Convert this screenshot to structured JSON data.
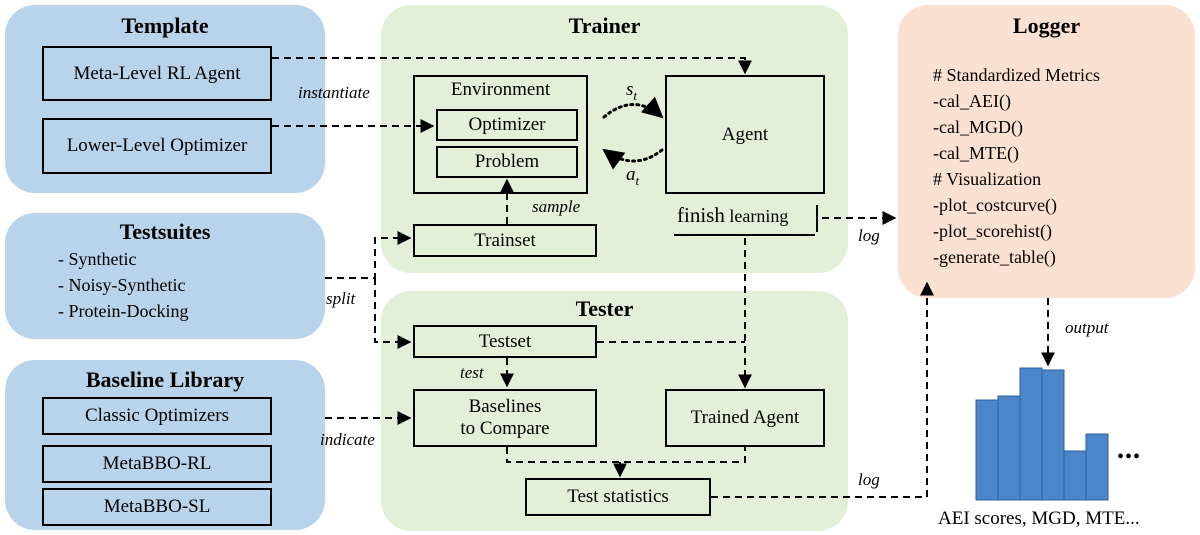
{
  "template": {
    "title": "Template",
    "meta_agent": "Meta-Level RL Agent",
    "lower_optimizer": "Lower-Level Optimizer"
  },
  "testsuites": {
    "title": "Testsuites",
    "items": [
      "- Synthetic",
      "- Noisy-Synthetic",
      "- Protein-Docking"
    ]
  },
  "baseline": {
    "title": "Baseline Library",
    "items": [
      "Classic Optimizers",
      "MetaBBO-RL",
      "MetaBBO-SL"
    ]
  },
  "trainer": {
    "title": "Trainer",
    "environment": "Environment",
    "optimizer": "Optimizer",
    "problem": "Problem",
    "agent": "Agent",
    "trainset": "Trainset",
    "finish_word1": "finish",
    "finish_word2": "learning",
    "state_label": "s",
    "state_sub": "t",
    "action_label": "a",
    "action_sub": "t"
  },
  "tester": {
    "title": "Tester",
    "testset": "Testset",
    "baselines_line1": "Baselines",
    "baselines_line2": "to Compare",
    "trained_agent": "Trained Agent",
    "test_statistics": "Test statistics"
  },
  "logger": {
    "title": "Logger",
    "lines": [
      "# Standardized Metrics",
      "-cal_AEI()",
      "-cal_MGD()",
      "-cal_MTE()",
      "# Visualization",
      "-plot_costcurve()",
      "-plot_scorehist()",
      "-generate_table()"
    ]
  },
  "edge_labels": {
    "instantiate": "instantiate",
    "sample": "sample",
    "log_top": "log",
    "split": "split",
    "test": "test",
    "indicate": "indicate",
    "log_bottom": "log",
    "output": "output"
  },
  "output": {
    "caption": "AEI scores, MGD, MTE...",
    "ellipsis": "•••",
    "bar_values": [
      100,
      104,
      132,
      130,
      49,
      66
    ],
    "bar_color": "#4a86c9"
  }
}
